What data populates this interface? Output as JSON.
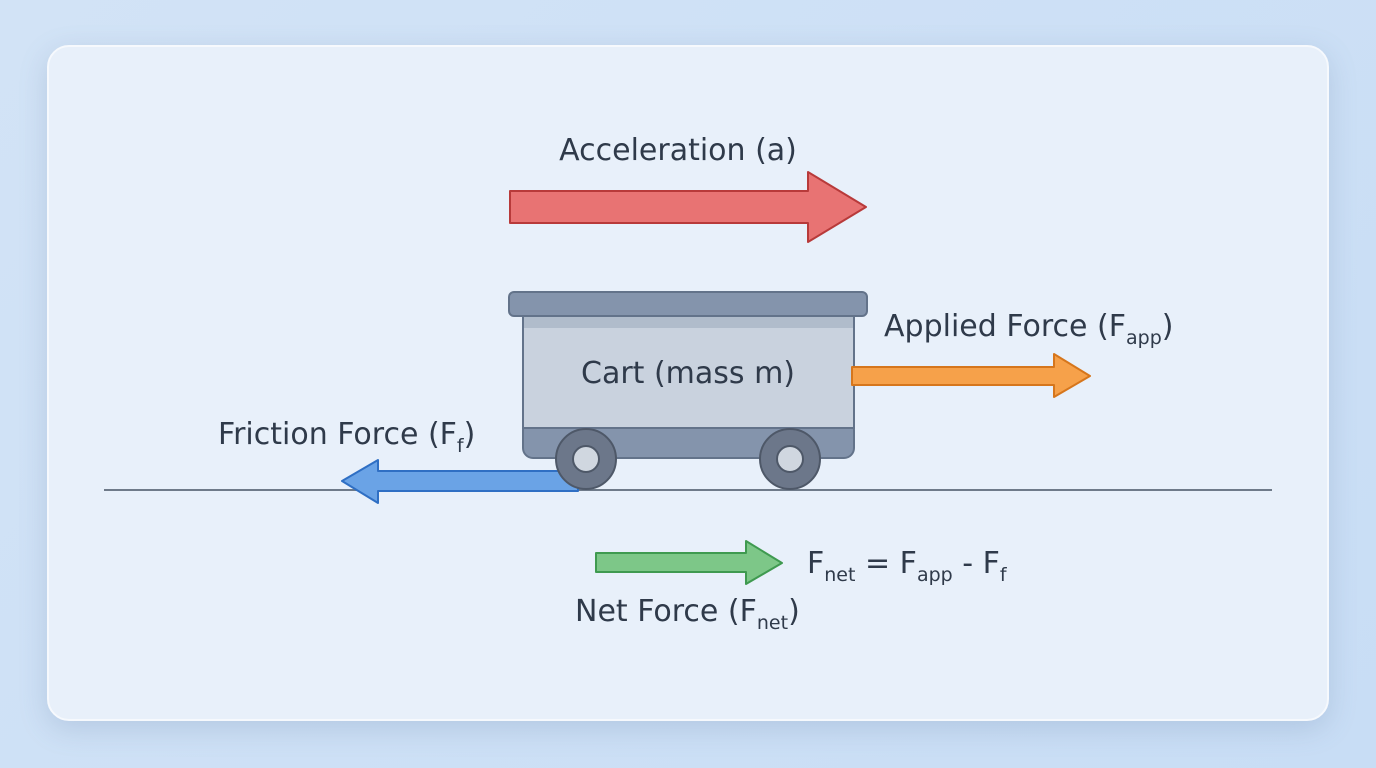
{
  "labels": {
    "acceleration": "Acceleration (a)",
    "applied_prefix": "Applied Force (F",
    "applied_sub": "app",
    "applied_suffix": ")",
    "cart": "Cart (mass m)",
    "friction_prefix": "Friction Force (F",
    "friction_sub": "f",
    "friction_suffix": ")",
    "net_prefix": "Net Force (F",
    "net_sub": "net",
    "net_suffix": ")"
  },
  "equation": {
    "lhs_symbol": "F",
    "lhs_sub": "net",
    "equals": " = ",
    "term1_symbol": "F",
    "term1_sub": "app",
    "minus": " - ",
    "term2_symbol": "F",
    "term2_sub": "f"
  },
  "colors": {
    "acceleration": "#e87373",
    "applied_force": "#f6a14a",
    "friction_force": "#6aa3e6",
    "net_force": "#7dc788",
    "cart_body": "#c9d2de",
    "cart_frame": "#8494ac",
    "ground": "#6e7a89"
  }
}
